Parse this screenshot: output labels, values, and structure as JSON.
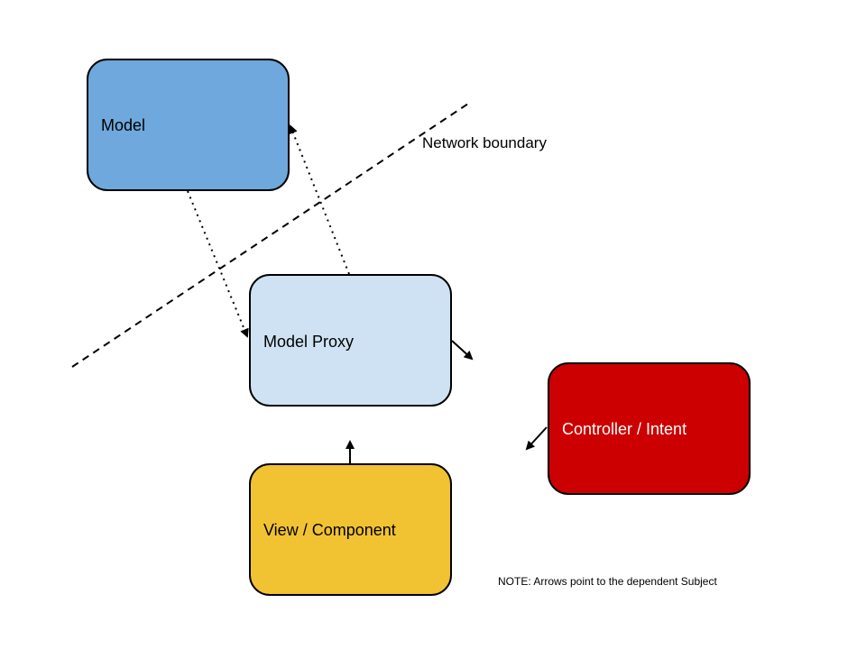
{
  "diagram": {
    "nodes": {
      "model": {
        "label": "Model",
        "fill": "#6fa8dc",
        "text_color": "#000000"
      },
      "model_proxy": {
        "label": "Model Proxy",
        "fill": "#cfe2f3",
        "text_color": "#000000"
      },
      "controller": {
        "label": "Controller / Intent",
        "fill": "#cc0000",
        "text_color": "#ffffff"
      },
      "view": {
        "label": "View / Component",
        "fill": "#f1c232",
        "text_color": "#000000"
      }
    },
    "network_boundary_label": "Network boundary",
    "note": "NOTE: Arrows point to the dependent Subject",
    "edges": [
      {
        "from": "model",
        "to": "model_proxy",
        "style": "dotted"
      },
      {
        "from": "model_proxy",
        "to": "model",
        "style": "dotted"
      },
      {
        "from": "model_proxy",
        "to": "controller",
        "style": "solid"
      },
      {
        "from": "controller",
        "to": "view",
        "style": "solid"
      },
      {
        "from": "view",
        "to": "model_proxy",
        "style": "solid"
      }
    ]
  }
}
